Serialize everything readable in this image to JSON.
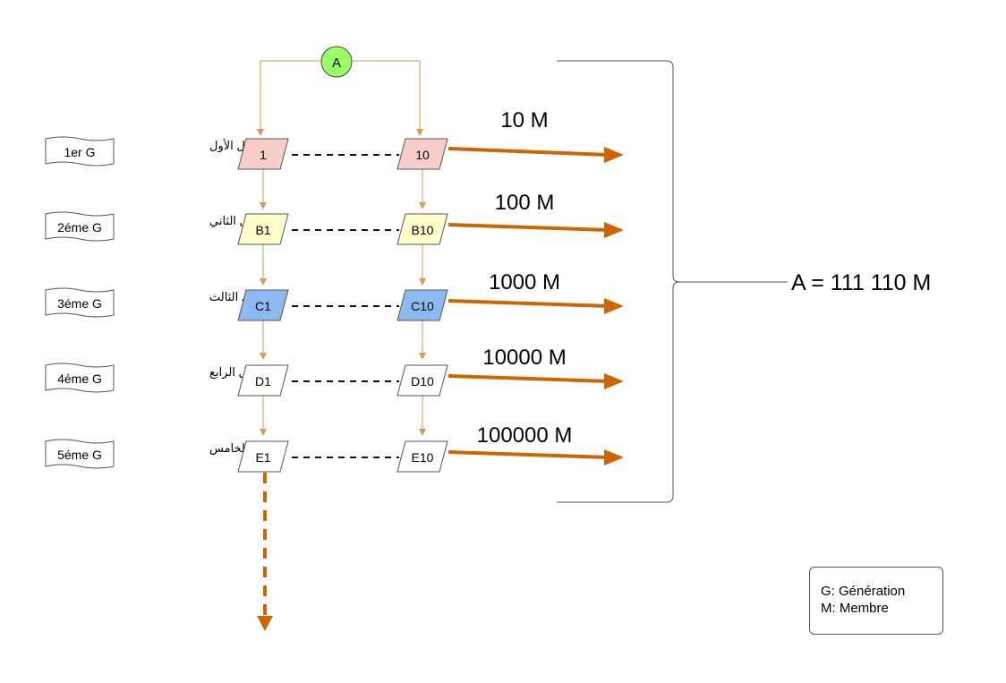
{
  "root": {
    "label": "A"
  },
  "generations": [
    {
      "tag": "1er G",
      "arabic": "الجيل الأول",
      "first": "1",
      "last": "10",
      "value": "10 M",
      "color": "#f8cecc"
    },
    {
      "tag": "2éme G",
      "arabic": "الجيل الثاني",
      "first": "B1",
      "last": "B10",
      "value": "100 M",
      "color": "#ffffcc"
    },
    {
      "tag": "3éme G",
      "arabic": "الجيل الثالث",
      "first": "C1",
      "last": "C10",
      "value": "1000 M",
      "color": "#8cb9f2"
    },
    {
      "tag": "4éme G",
      "arabic": "الجيل الرابع",
      "first": "D1",
      "last": "D10",
      "value": "10000 M",
      "color": "#ffffff"
    },
    {
      "tag": "5éme G",
      "arabic": "الجيل الخامس",
      "first": "E1",
      "last": "E10",
      "value": "100000 M",
      "color": "#ffffff"
    }
  ],
  "total": "A = 111 110 M",
  "legend": {
    "line1": "G: Génération",
    "line2": "M: Membre"
  },
  "colors": {
    "orange": "#cc6600",
    "thin_orange": "#d99a4e",
    "root_fill": "#99ff66"
  }
}
